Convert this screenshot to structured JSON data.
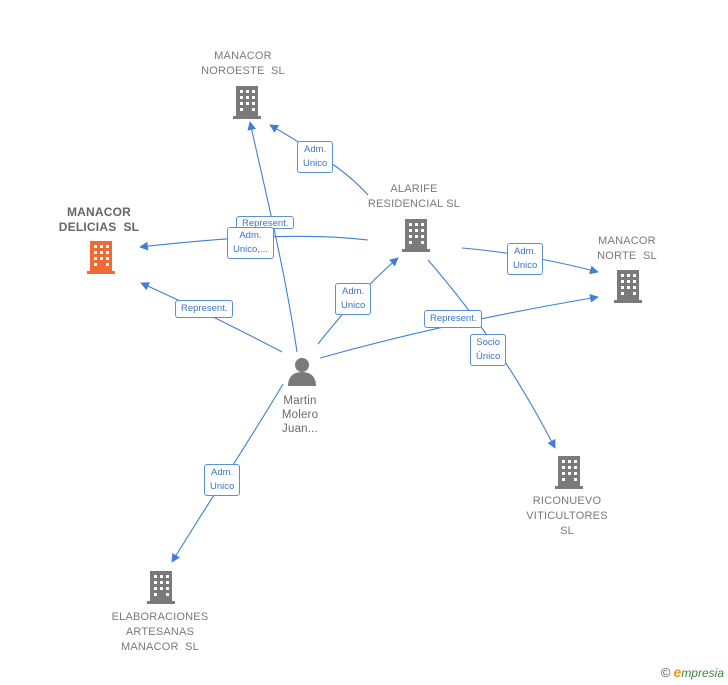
{
  "nodes": {
    "noroeste": {
      "label": "MANACOR\nNOROESTE  SL"
    },
    "delicias": {
      "label": "MANACOR\nDELICIAS  SL"
    },
    "alarife": {
      "label": "ALARIFE\nRESIDENCIAL SL"
    },
    "norte": {
      "label": "MANACOR\nNORTE  SL"
    },
    "riconuevo": {
      "label": "RICONUEVO\nVITICULTORES\nSL"
    },
    "elaboraciones": {
      "label": "ELABORACIONES\nARTESANAS\nMANACOR  SL"
    },
    "person": {
      "label": "Martin\nMolero\nJuan..."
    }
  },
  "edges": {
    "alarife_noroeste": "Adm.\nUnico",
    "person_noroeste": "Represent.",
    "alarife_delicias": "Adm.\nUnico,...",
    "person_delicias": "Represent.",
    "person_alarife": "Adm.\nUnico",
    "alarife_norte": "Adm.\nUnico",
    "person_norte": "Represent.",
    "alarife_riconuevo": "Socio\nÚnico",
    "person_elaboraciones": "Adm.\nUnico"
  },
  "colors": {
    "edge": "#3f7fd6",
    "building": "#7a7a7a",
    "building_focus": "#f06a35",
    "person": "#7a7a7a"
  },
  "icons": {
    "company": "building-icon",
    "person": "person-icon"
  },
  "watermark": {
    "copyright": "©",
    "brand_initial": "e",
    "brand_rest": "mpresia"
  }
}
